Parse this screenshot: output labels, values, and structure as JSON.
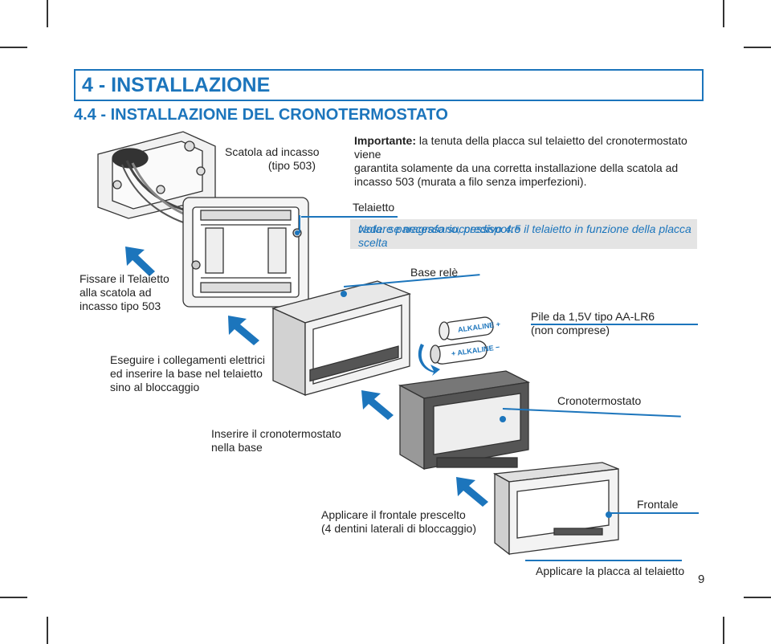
{
  "section_title": "4 - INSTALLAZIONE",
  "subsection_title": "4.4 - INSTALLAZIONE DEL CRONOTERMOSTATO",
  "labels": {
    "scatola_line1": "Scatola ad incasso",
    "scatola_line2": "(tipo 503)",
    "importante_bold": "Importante:",
    "importante_text_line1": " la tenuta della placca sul telaietto del cronotermostato viene",
    "importante_text_line2": "garantita solamente da una corretta installazione della scatola ad",
    "importante_text_line3": "incasso 503 (murata a filo senza imperfezioni).",
    "telaietto": "Telaietto",
    "nota_line1": "Nota: se necessario, predisporre il telaietto in funzione della placca scelta",
    "nota_line2": "vedere paragrafo successivo 4.5",
    "fissare_line1": "Fissare il Telaietto",
    "fissare_line2": "alla scatola ad",
    "fissare_line3": "incasso tipo 503",
    "base_rele": "Base relè",
    "pile_line1": "Pile da 1,5V tipo AA-LR6",
    "pile_line2": "(non comprese)",
    "eseguire_line1": "Eseguire i collegamenti elettrici",
    "eseguire_line2": "ed inserire la base nel telaietto",
    "eseguire_line3": "sino al bloccaggio",
    "cronotermostato": "Cronotermostato",
    "inserire_line1": "Inserire il cronotermostato",
    "inserire_line2": "nella base",
    "frontale": "Frontale",
    "applicare_line1": "Applicare il frontale prescelto",
    "applicare_line2": "(4 dentini laterali di bloccaggio)",
    "applicare_placca": "Applicare la placca al telaietto",
    "battery_brand": "ALKALINE"
  },
  "page_number": "9",
  "colors": {
    "accent": "#1c75bc",
    "note_bg": "#e4e4e4"
  }
}
